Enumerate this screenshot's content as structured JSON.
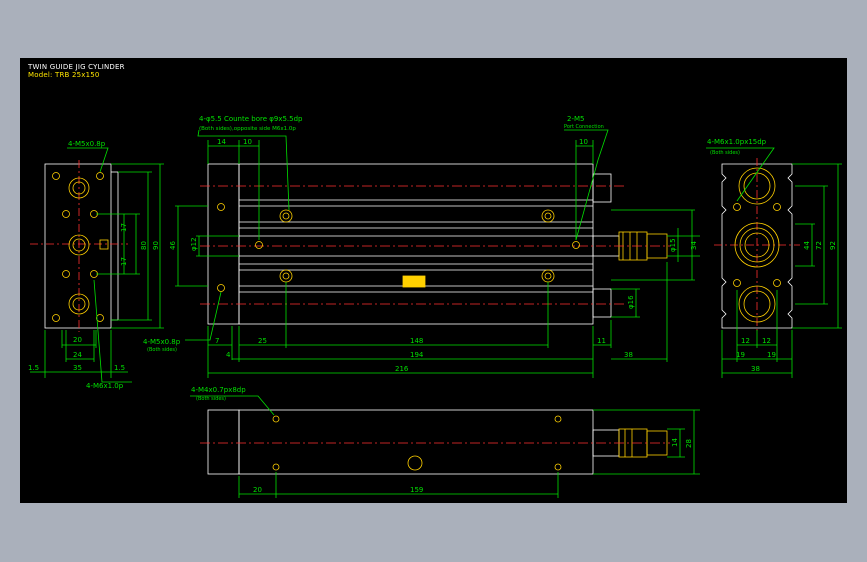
{
  "title": "TWIN GUIDE JIG CYLINDER",
  "model": "Model: TRB 25x150",
  "colors": {
    "background": "#aab0bb",
    "frame": "#000000",
    "outline": "#ffffff",
    "dimension": "#00e000",
    "center": "#ff3030",
    "hole": "#ffd000"
  },
  "notes": {
    "left_tap": "4-M5x0.8p",
    "left_tap2": "4-M6x1.0p",
    "counter_bore": "4-φ5.5 Counte bore φ9x5.5dp",
    "counter_bore_sub": "(Both sides),opposite side M6x1.0p",
    "port": "2-M5",
    "port_sub": "Port Connection",
    "front_tap": "4-M5x0.8p",
    "front_tap_sub": "(Both sides)",
    "right_tap": "4-M6x1.0px15dp",
    "right_tap_sub": "(Both sides)",
    "bottom_tap": "4-M4x0.7px8dp",
    "bottom_tap_sub": "(Both sides)"
  },
  "dims": {
    "lv": {
      "w20": "20",
      "w24": "24",
      "w35": "35",
      "e15a": "1.5",
      "e15b": "1.5",
      "v17a": "17",
      "v17b": "17",
      "v80": "80",
      "v90": "90"
    },
    "mv": {
      "d14": "14",
      "d10a": "10",
      "d10b": "10",
      "d46": "46",
      "d12": "φ12",
      "d15": "φ15",
      "d16": "φ16",
      "d34": "34",
      "d7": "7",
      "d4": "4",
      "d25": "25",
      "d148": "148",
      "d194": "194",
      "d216": "216",
      "d11": "11",
      "d38": "38"
    },
    "rv": {
      "w12a": "12",
      "w12b": "12",
      "w19a": "19",
      "w19b": "19",
      "w38": "38",
      "h44": "44",
      "h72": "72",
      "h92": "92"
    },
    "bv": {
      "d20": "20",
      "d159": "159",
      "d14": "14",
      "d28": "28"
    }
  }
}
